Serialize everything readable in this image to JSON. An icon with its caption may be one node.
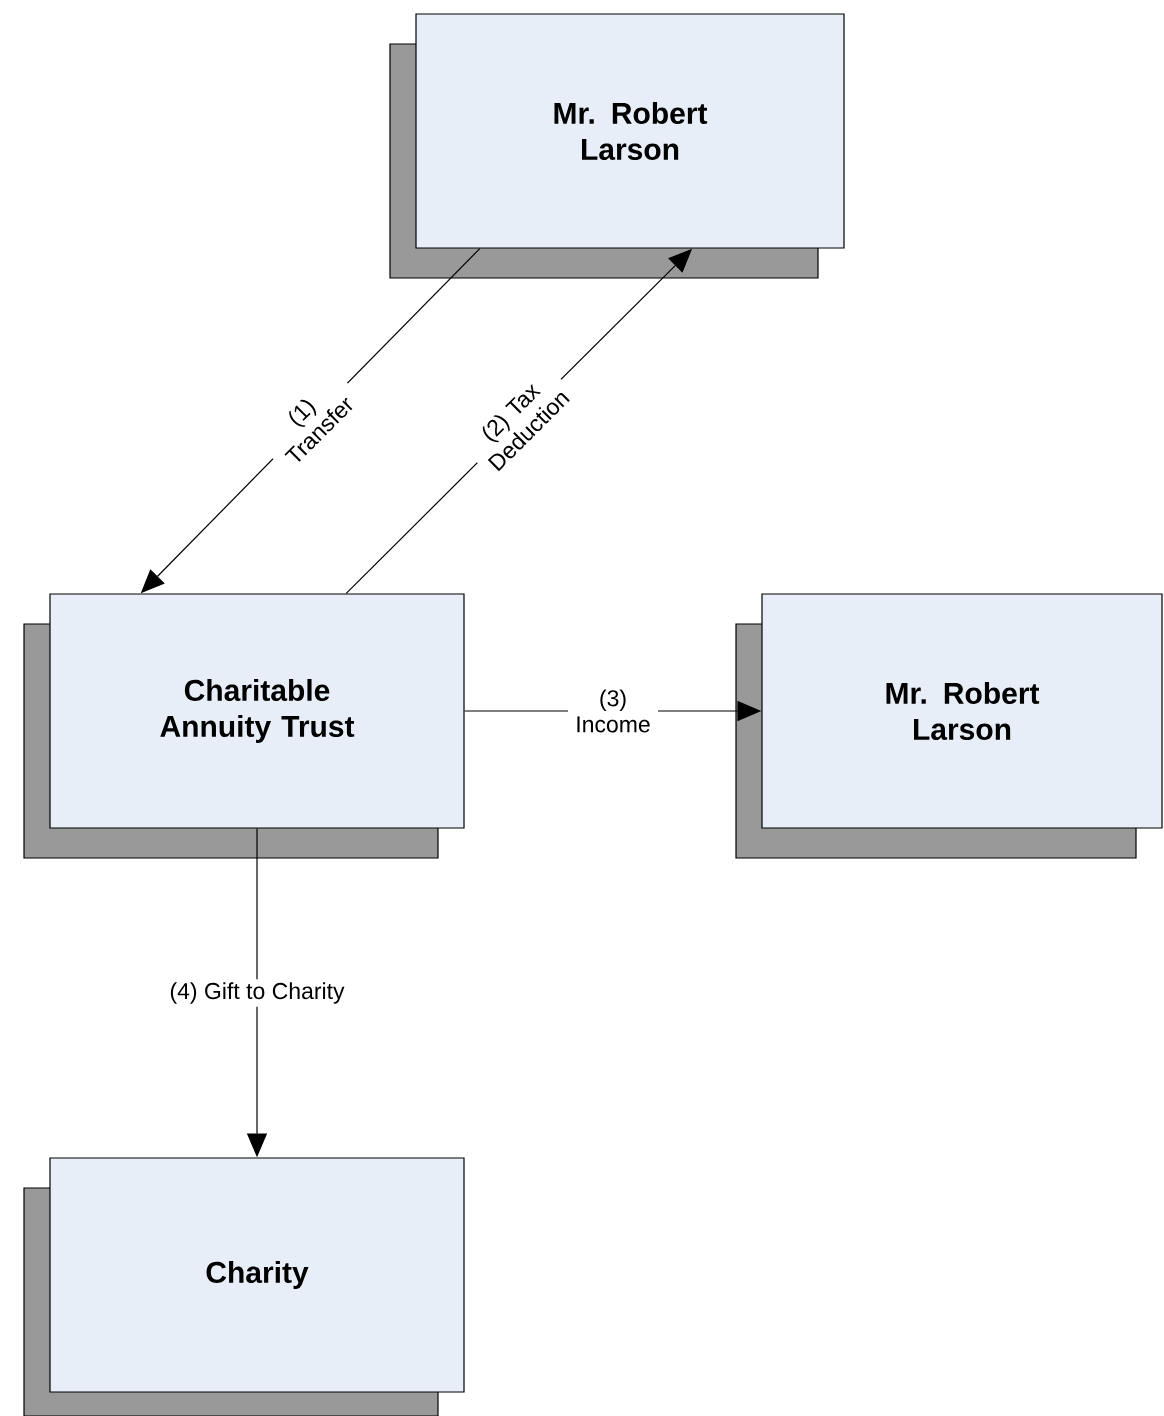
{
  "diagram": {
    "nodes": [
      {
        "text": [
          "Mr. Robert Larson"
        ]
      },
      {
        "text": [
          "Charitable Annuity Trust"
        ]
      },
      {
        "text": [
          "Mr. Robert Larson"
        ]
      },
      {
        "text": [
          "Charity"
        ]
      }
    ],
    "edges": [
      {
        "from": 0,
        "to": 1,
        "arrow": "to",
        "label": "(1) Transfer"
      },
      {
        "from": 1,
        "to": 0,
        "arrow": "to",
        "label": "(2) Tax Deduction"
      },
      {
        "from": 1,
        "to": 2,
        "arrow": "to",
        "label": "(3) Income"
      },
      {
        "from": 1,
        "to": 3,
        "arrow": "to",
        "label": "(4) Gift to Charity"
      }
    ]
  }
}
